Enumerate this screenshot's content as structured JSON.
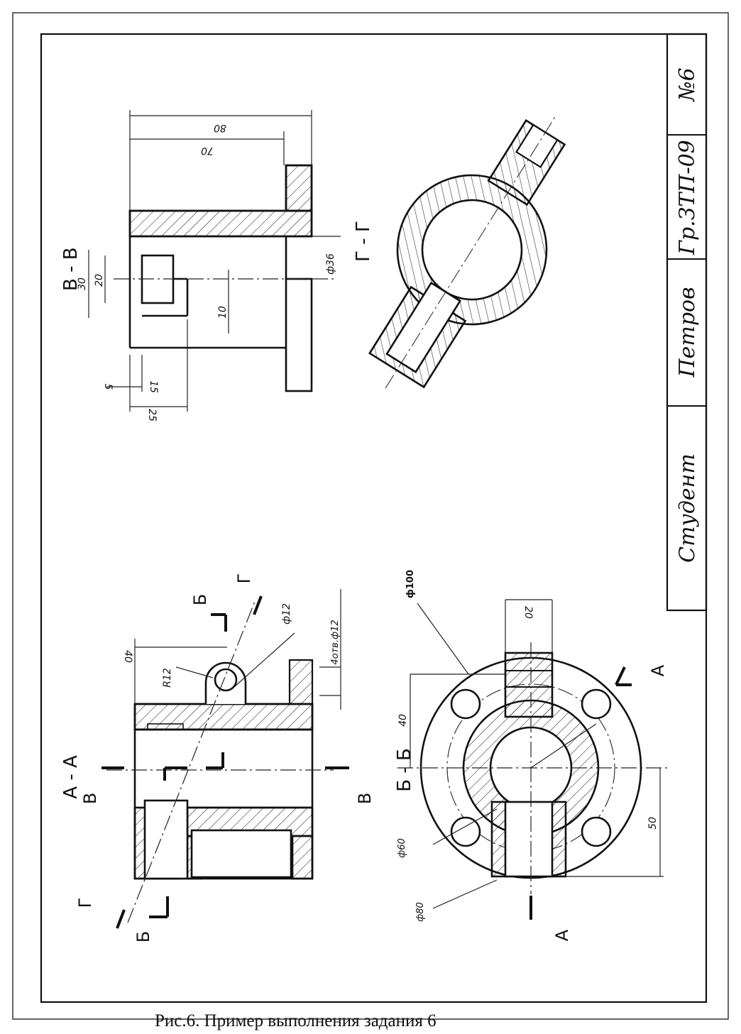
{
  "title_block": {
    "student_label": "Студент",
    "name": "Петров",
    "group": "Гр.ЗТП-09",
    "number": "№6"
  },
  "caption": "Рис.6. Пример выполнения задания 6",
  "views": {
    "section_aa": {
      "title": "А - А",
      "cut_labels": [
        "В",
        "В",
        "Б",
        "Б",
        "Г",
        "Г"
      ],
      "dims": {
        "d40": "40",
        "r12": "R12",
        "phi12": "ф12",
        "holes": "4отв.ф12"
      }
    },
    "section_bb": {
      "title": "Б - Б",
      "cut_labels": [
        "А",
        "А"
      ],
      "dims": {
        "d40": "40",
        "d50": "50",
        "d20": "20",
        "phi60": "ф60",
        "phi80": "ф80",
        "phi100": "ф100"
      }
    },
    "section_vv": {
      "title": "В - В",
      "dims": {
        "d30": "30",
        "d20": "20",
        "d5": "5",
        "d15": "15",
        "d25": "25",
        "d10": "10",
        "phi36": "ф36",
        "d70": "70",
        "d80": "80"
      }
    },
    "section_gg": {
      "title": "Г - Г"
    }
  }
}
